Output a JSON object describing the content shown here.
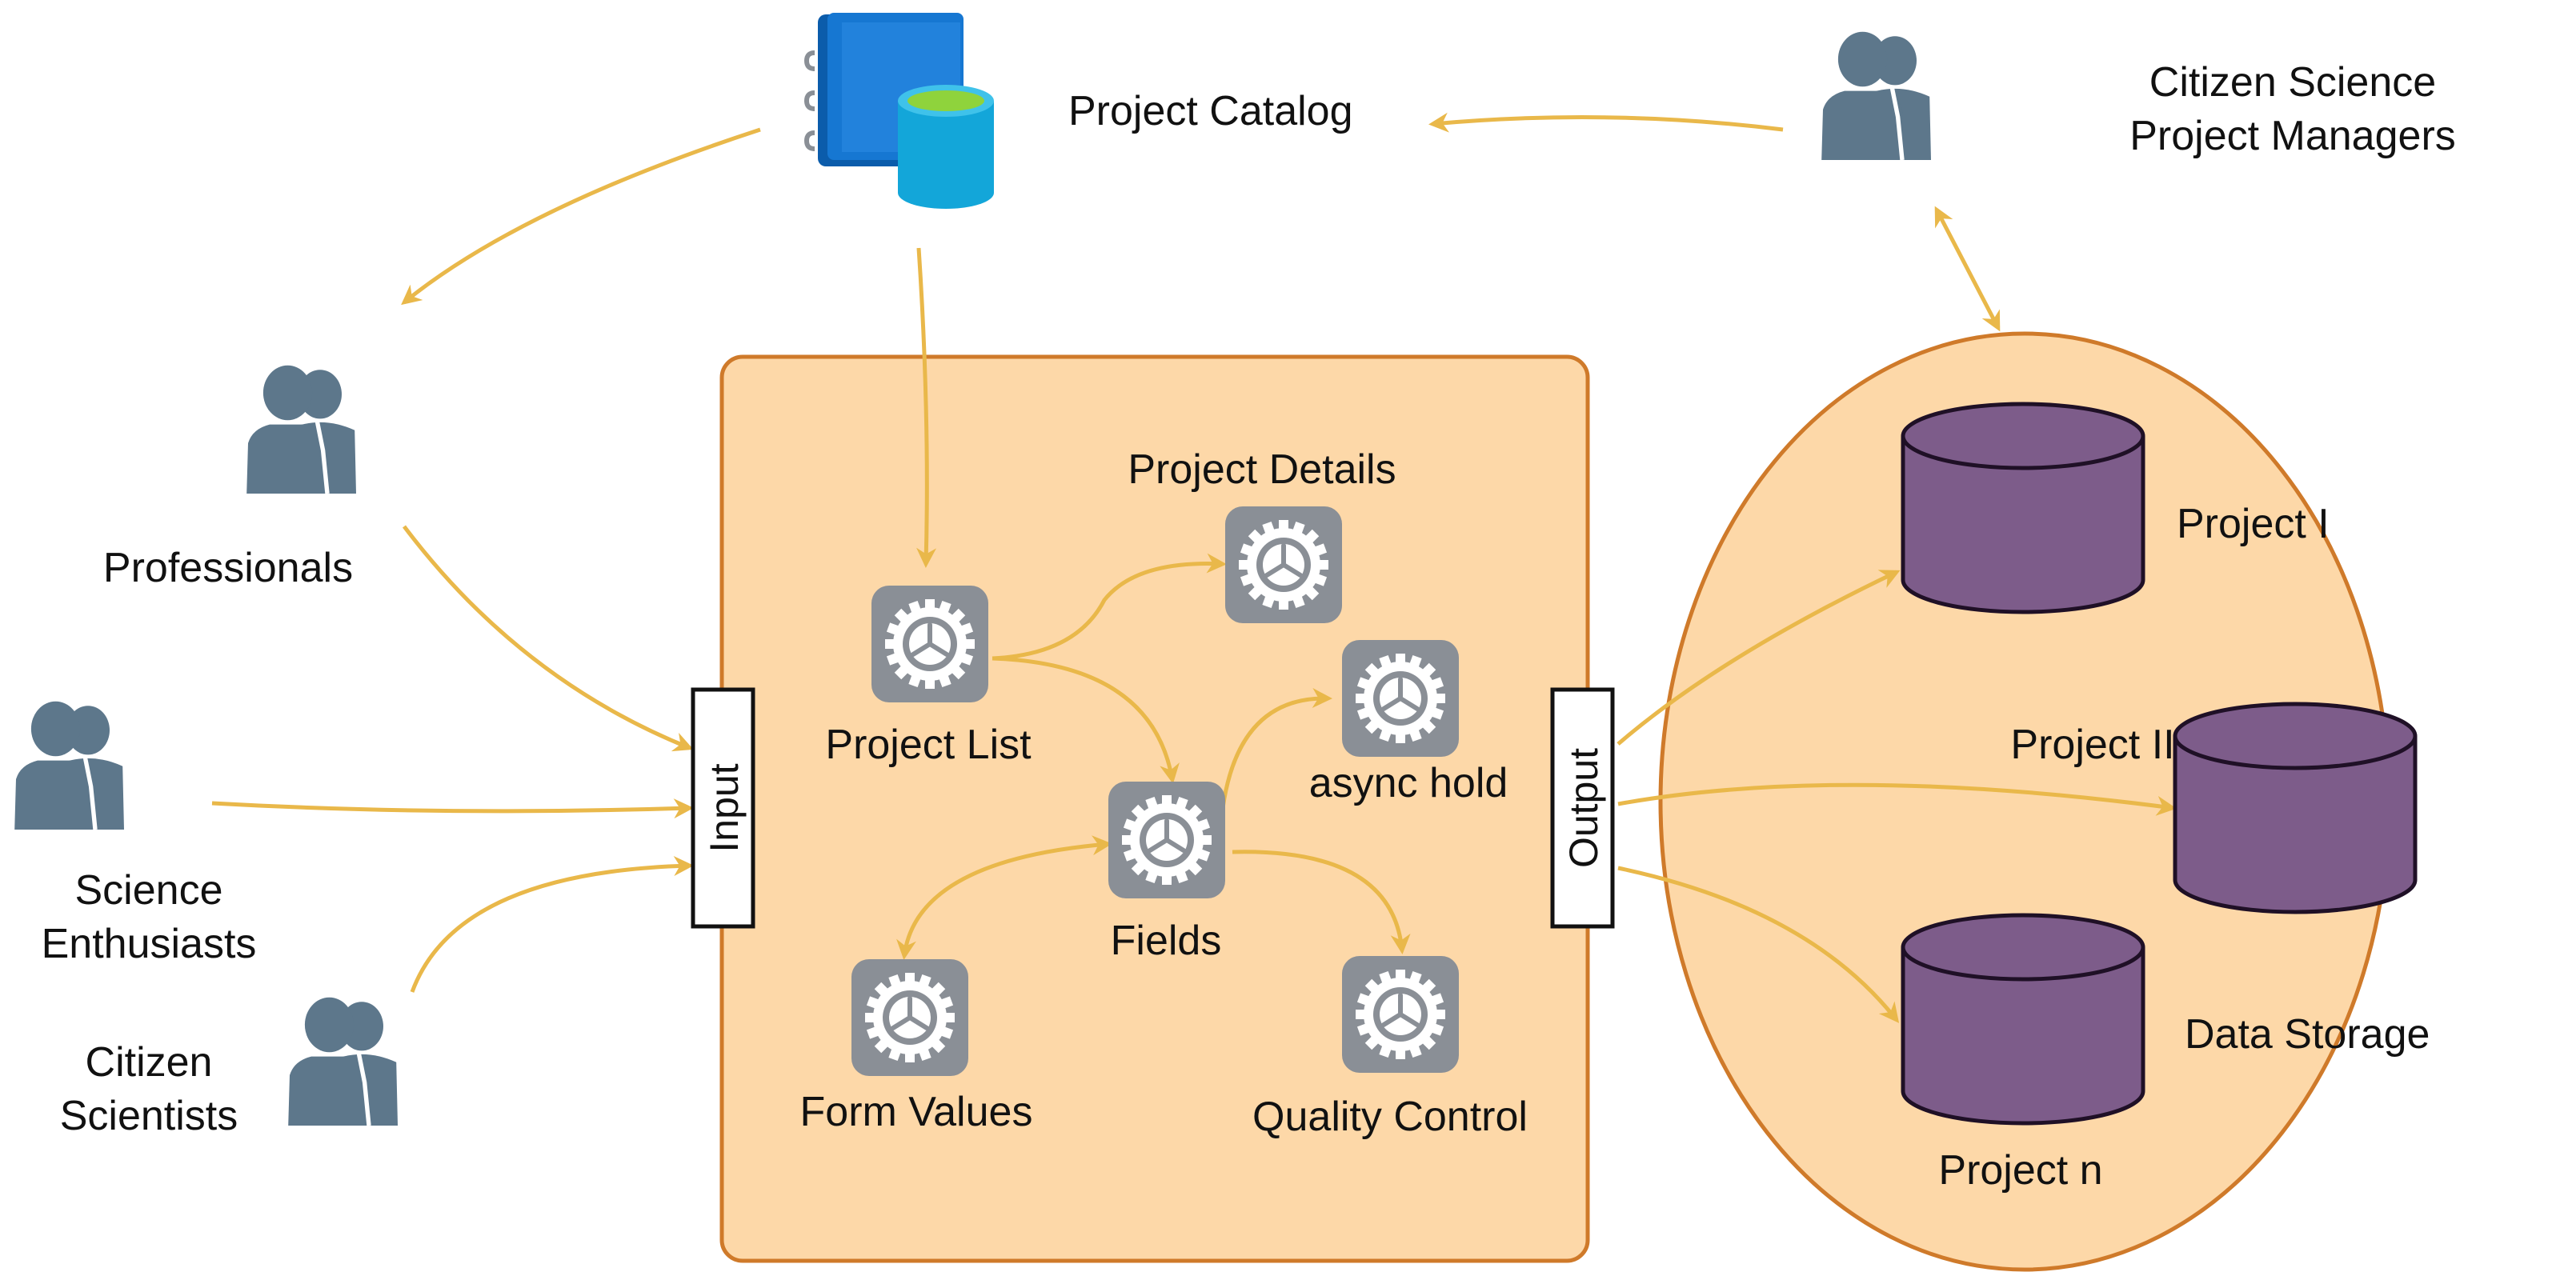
{
  "colors": {
    "arrow": "#e9b84a",
    "panel_fill": "#fdd8a8",
    "panel_stroke": "#cf7a2a",
    "person": "#5d778b",
    "database": "#7d5c8a",
    "gear_tile": "#8a8f96",
    "catalog_book": "#1677d2",
    "catalog_cylinder": "#13a6d9"
  },
  "icons": {
    "person": "people-pair-icon",
    "gear": "gear-icon",
    "catalog": "book-database-icon",
    "database": "cylinder-database-icon"
  },
  "catalog": {
    "label": "Project Catalog"
  },
  "actors": {
    "managers": "Citizen Science\nProject Managers",
    "professionals": "Professionals",
    "enthusiasts": "Science\nEnthusiasts",
    "citizens": "Citizen\nScientists"
  },
  "pipeline": {
    "input_label": "Input",
    "output_label": "Output",
    "nodes": {
      "project_list": "Project List",
      "project_details": "Project Details",
      "async_hold": "async hold",
      "fields": "Fields",
      "form_values": "Form Values",
      "quality_control": "Quality Control"
    }
  },
  "storage": {
    "label": "Data Storage",
    "projects": [
      "Project I",
      "Project II",
      "Project n"
    ]
  }
}
